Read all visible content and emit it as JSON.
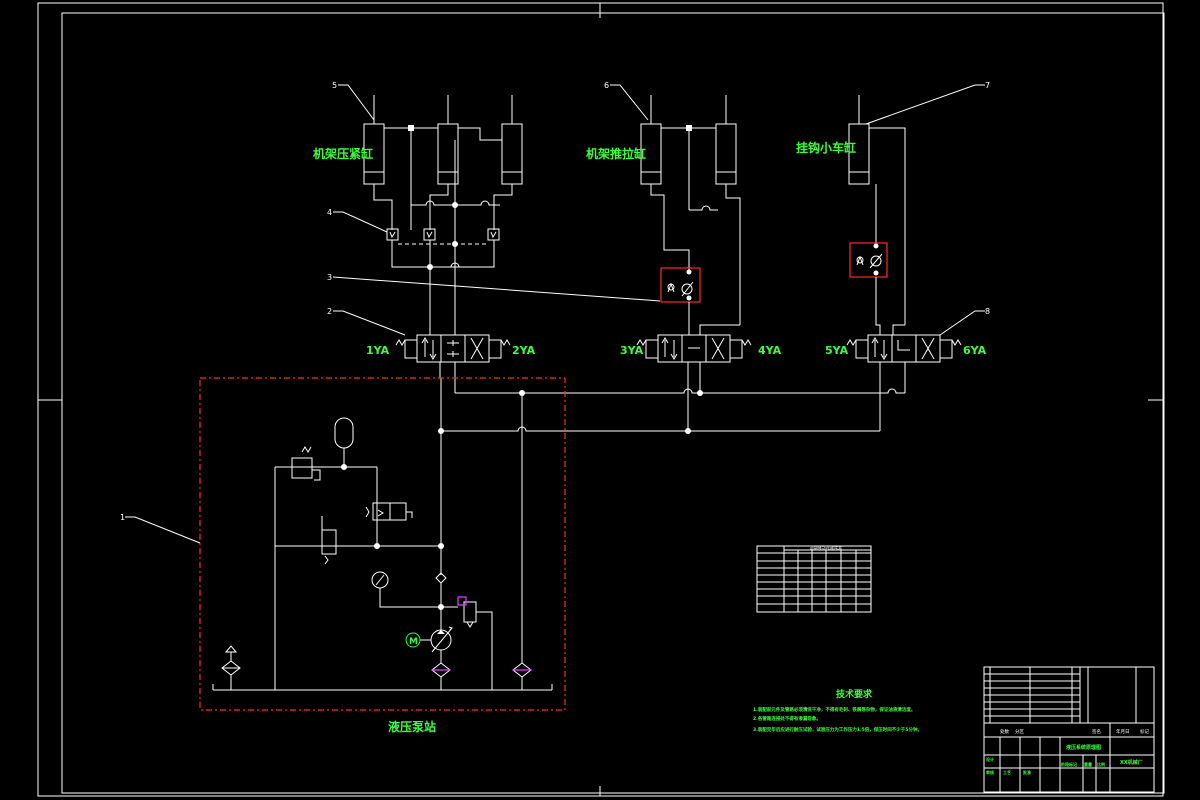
{
  "diagram": {
    "cylinder_groups": [
      {
        "id": "frame-clamp",
        "label": "机架压紧缸",
        "callout": "5"
      },
      {
        "id": "frame-shift",
        "label": "机架推拉缸",
        "callout": "6"
      },
      {
        "id": "car-lock",
        "label": "挂钩小车缸",
        "callout": "7"
      }
    ],
    "callouts": {
      "c1": "1",
      "c2": "2",
      "c3": "3",
      "c4": "4",
      "c8": "8"
    },
    "solenoids": [
      "1YA",
      "2YA",
      "3YA",
      "4YA",
      "5YA",
      "6YA"
    ],
    "pump_station_label": "液压泵站",
    "motor_label": "M",
    "action_table_header": "电磁铁动作顺序表",
    "tech_title": "技术要求",
    "tech_lines": [
      "1.装配前元件及管路必须清洗干净，不得有毛刺、铁屑等杂物，保证油液清洁度。",
      "2.各管路连接处不得有渗漏现象。",
      "3.装配完毕后应进行耐压试验，试验压力为工作压力1.5倍，保压时间不少于5分钟。"
    ],
    "title_block": {
      "drawing_name": "液压系统原理图",
      "company": "XX机械厂",
      "labels": [
        "处数",
        "分区",
        "签名",
        "年月日",
        "标记",
        "设计",
        "审核",
        "工艺",
        "批准",
        "阶段标记",
        "重量",
        "比例"
      ]
    }
  }
}
